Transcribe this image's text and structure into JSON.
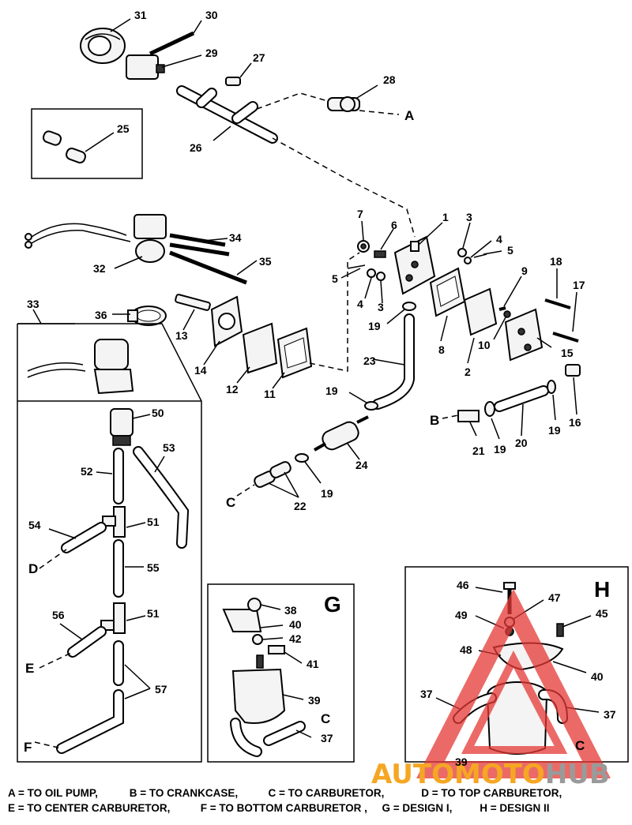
{
  "callouts": {
    "n1": "1",
    "n2": "2",
    "n3": "3",
    "n4": "4",
    "n5": "5",
    "n7": "7",
    "n6": "6",
    "n8": "8",
    "n9": "9",
    "n10": "10",
    "n11": "11",
    "n12": "12",
    "n13": "13",
    "n14": "14",
    "n15": "15",
    "n16": "16",
    "n17": "17",
    "n18": "18",
    "n19": "19",
    "n20": "20",
    "n21": "21",
    "n22": "22",
    "n23": "23",
    "n24": "24",
    "n25": "25",
    "n26": "26",
    "n27": "27",
    "n28": "28",
    "n29": "29",
    "n30": "30",
    "n31": "31",
    "n32": "32",
    "n33": "33",
    "n34": "34",
    "n35": "35",
    "n36": "36",
    "n37": "37",
    "n38": "38",
    "n39": "39",
    "n40": "40",
    "n41": "41",
    "n42": "42",
    "n45": "45",
    "n46": "46",
    "n47": "47",
    "n48": "48",
    "n49": "49",
    "n50": "50",
    "n51": "51",
    "n52": "52",
    "n53": "53",
    "n54": "54",
    "n55": "55",
    "n56": "56",
    "n57": "57"
  },
  "letters": {
    "a": "A",
    "b": "B",
    "c": "C",
    "d": "D",
    "e": "E",
    "f": "F"
  },
  "design_g": "G",
  "design_h": "H",
  "legend": {
    "row1": [
      "A = TO OIL PUMP,",
      "B = TO CRANKCASE,",
      "C = TO CARBURETOR,",
      "D = TO TOP CARBURETOR,"
    ],
    "row2": [
      "E = TO CENTER CARBURETOR,",
      "F = TO BOTTOM CARBURETOR ,",
      "G = DESIGN I,",
      "H = DESIGN II"
    ]
  },
  "watermark": {
    "part1": "AUTO",
    "part2": "MOTO",
    "part3": "HUB",
    "colors": {
      "orange": "#f5a623",
      "gray": "#9a9a9a",
      "red": "#e53935"
    }
  }
}
